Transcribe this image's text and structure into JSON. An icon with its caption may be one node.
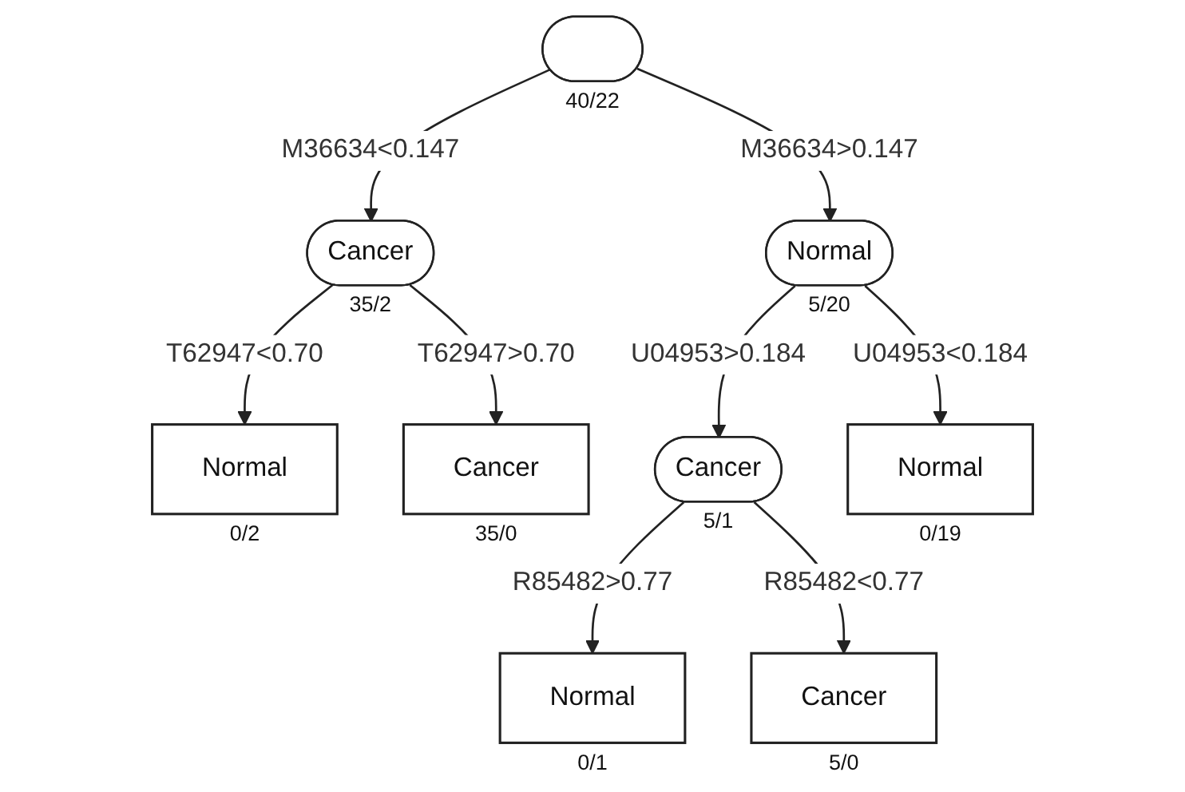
{
  "diagram": {
    "nodes": [
      {
        "text": [],
        "shape": "ellipse",
        "beside": [
          "40/22"
        ]
      },
      {
        "text": [
          "Cancer"
        ],
        "beside": [
          "35/2"
        ]
      },
      {
        "text": [
          "Normal"
        ],
        "beside": [
          "5/20"
        ]
      },
      {
        "text": [
          "Normal"
        ],
        "beside": [
          "0/2"
        ]
      },
      {
        "text": [
          "Cancer"
        ],
        "beside": [
          "35/0"
        ]
      },
      {
        "text": [
          "Cancer"
        ],
        "beside": [
          "5/1"
        ]
      },
      {
        "text": [
          "Normal"
        ],
        "beside": [
          "0/19"
        ]
      },
      {
        "text": [
          "Normal"
        ],
        "beside": [
          "0/1"
        ]
      },
      {
        "text": [
          "Cancer"
        ],
        "beside": [
          "5/0"
        ]
      }
    ],
    "edges": [
      {
        "from": 0,
        "to": 1,
        "arrow": "to",
        "label": "M36634<0.147"
      },
      {
        "from": 0,
        "to": 2,
        "arrow": "to",
        "label": "M36634>0.147"
      },
      {
        "from": 1,
        "to": 3,
        "arrow": "to",
        "label": "T62947<0.70"
      },
      {
        "from": 1,
        "to": 4,
        "arrow": "to",
        "label": "T62947>0.70"
      },
      {
        "from": 2,
        "to": 5,
        "arrow": "to",
        "label": "U04953>0.184"
      },
      {
        "from": 2,
        "to": 6,
        "arrow": "to",
        "label": "U04953<0.184"
      },
      {
        "from": 5,
        "to": 7,
        "arrow": "to",
        "label": "R85482>0.77"
      },
      {
        "from": 5,
        "to": 8,
        "arrow": "to",
        "label": "R85482<0.77"
      }
    ]
  }
}
